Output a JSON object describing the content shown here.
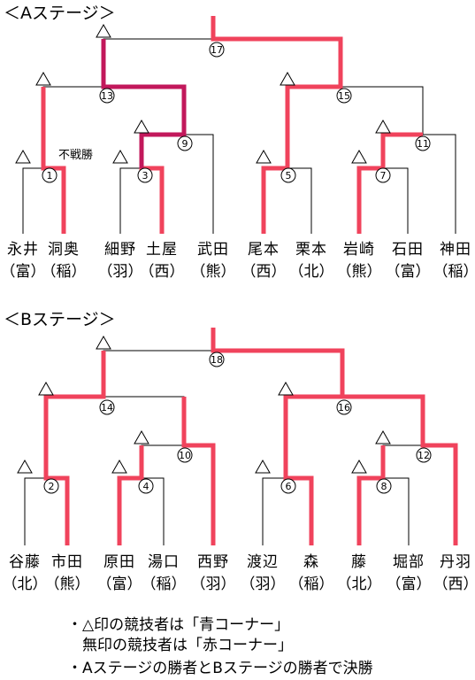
{
  "stage_a": {
    "title": "＜Aステージ＞",
    "bye_label": "不戦勝",
    "competitors": [
      {
        "name": "永井",
        "school": "（富）",
        "blue_corner": true
      },
      {
        "name": "洞奥",
        "school": "（稲）",
        "blue_corner": false
      },
      {
        "name": "細野",
        "school": "（羽）",
        "blue_corner": true
      },
      {
        "name": "土屋",
        "school": "（西）",
        "blue_corner": false
      },
      {
        "name": "武田",
        "school": "（熊）",
        "blue_corner": false
      },
      {
        "name": "尾本",
        "school": "（西）",
        "blue_corner": true
      },
      {
        "name": "栗本",
        "school": "（北）",
        "blue_corner": false
      },
      {
        "name": "岩崎",
        "school": "（熊）",
        "blue_corner": true
      },
      {
        "name": "石田",
        "school": "（富）",
        "blue_corner": false
      },
      {
        "name": "神田",
        "school": "（稲）",
        "blue_corner": false
      }
    ],
    "matches": [
      "1",
      "3",
      "5",
      "7",
      "9",
      "11",
      "13",
      "15",
      "17"
    ]
  },
  "stage_b": {
    "title": "＜Bステージ＞",
    "competitors": [
      {
        "name": "谷藤",
        "school": "（北）",
        "blue_corner": true
      },
      {
        "name": "市田",
        "school": "（熊）",
        "blue_corner": false
      },
      {
        "name": "原田",
        "school": "（富）",
        "blue_corner": true
      },
      {
        "name": "湯口",
        "school": "（稲）",
        "blue_corner": false
      },
      {
        "name": "西野",
        "school": "（羽）",
        "blue_corner": false
      },
      {
        "name": "渡辺",
        "school": "（羽）",
        "blue_corner": true
      },
      {
        "name": "森",
        "school": "（稲）",
        "blue_corner": false
      },
      {
        "name": "藤",
        "school": "（北）",
        "blue_corner": true
      },
      {
        "name": "堀部",
        "school": "（富）",
        "blue_corner": false
      },
      {
        "name": "丹羽",
        "school": "（西）",
        "blue_corner": false
      }
    ],
    "matches": [
      "2",
      "4",
      "6",
      "8",
      "10",
      "12",
      "14",
      "16",
      "18"
    ]
  },
  "notes": [
    "・△印の競技者は「青コーナー」",
    "　無印の競技者は「赤コーナー」",
    "・Aステージの勝者とBステージの勝者で決勝"
  ],
  "colors": {
    "winner_line": "#f0435c",
    "path_highlight": "#c2185b",
    "line": "#000000"
  }
}
